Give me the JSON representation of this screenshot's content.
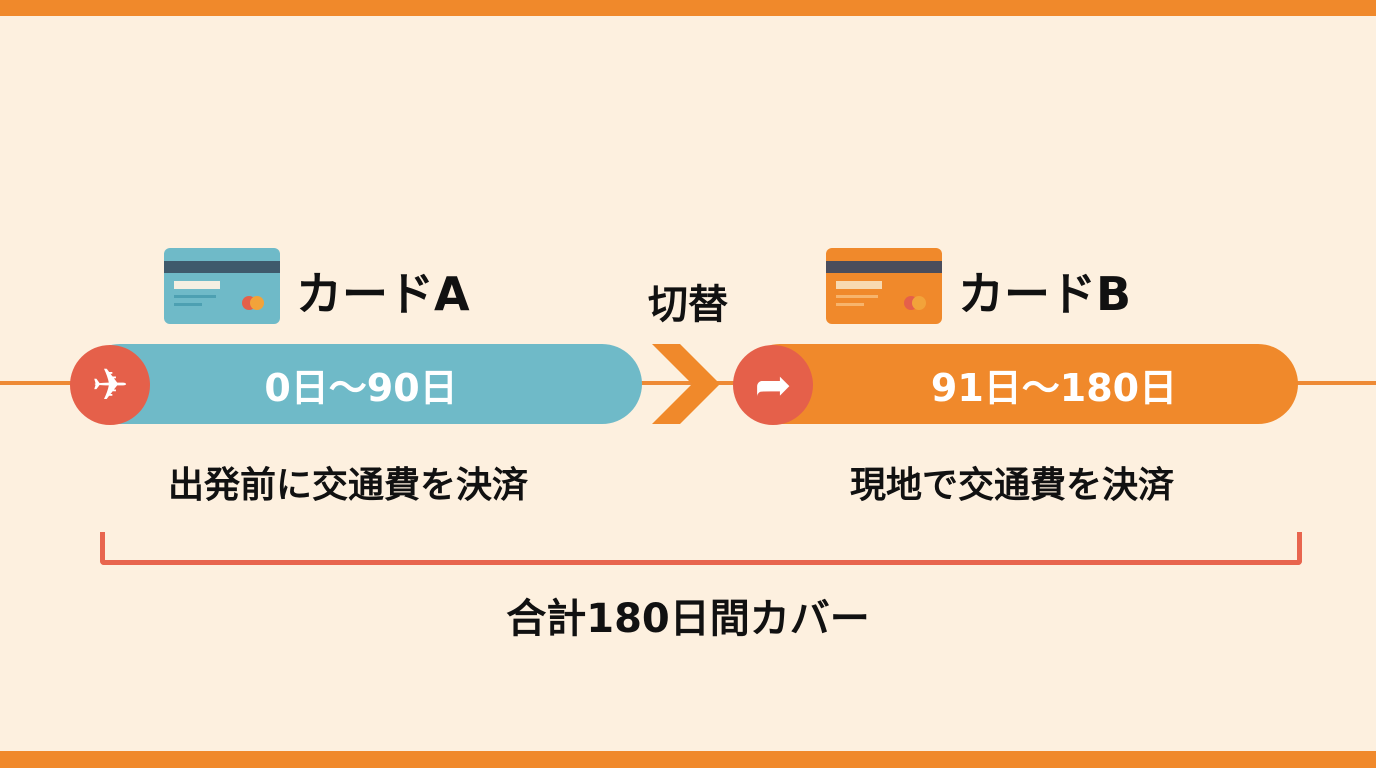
{
  "card_a": {
    "title": "カードA",
    "range": "0日〜90日",
    "desc": "出発前に交通費を決済",
    "color": "#6fbac8"
  },
  "switch_label": "切替",
  "card_b": {
    "title": "カードB",
    "range": "91日〜180日",
    "desc": "現地で交通費を決済",
    "color": "#f0892b"
  },
  "total": "合計180日間カバー",
  "icons": {
    "start": "airplane-icon",
    "switch": "share-arrow-icon"
  }
}
